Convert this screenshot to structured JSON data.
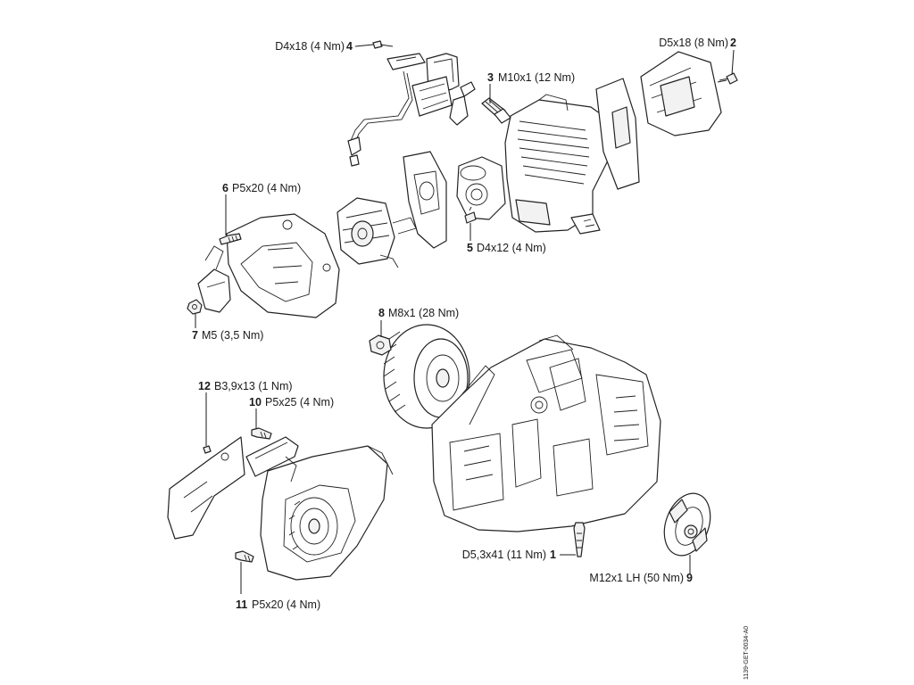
{
  "figure_code": "1139-GET-0034-A0",
  "callouts": [
    {
      "number": "1",
      "spec": "D5,3x41 (11 Nm)"
    },
    {
      "number": "2",
      "spec": "D5x18 (8 Nm)"
    },
    {
      "number": "3",
      "spec": "M10x1 (12 Nm)"
    },
    {
      "number": "4",
      "spec": "D4x18 (4 Nm)"
    },
    {
      "number": "5",
      "spec": "D4x12 (4 Nm)"
    },
    {
      "number": "6",
      "spec": "P5x20 (4 Nm)"
    },
    {
      "number": "7",
      "spec": "M5 (3,5 Nm)"
    },
    {
      "number": "8",
      "spec": "M8x1 (28 Nm)"
    },
    {
      "number": "9",
      "spec": "M12x1 LH (50 Nm)"
    },
    {
      "number": "10",
      "spec": "P5x25 (4 Nm)"
    },
    {
      "number": "11",
      "spec": "P5x20 (4 Nm)"
    },
    {
      "number": "12",
      "spec": "B3,9x13 (1 Nm)"
    }
  ]
}
